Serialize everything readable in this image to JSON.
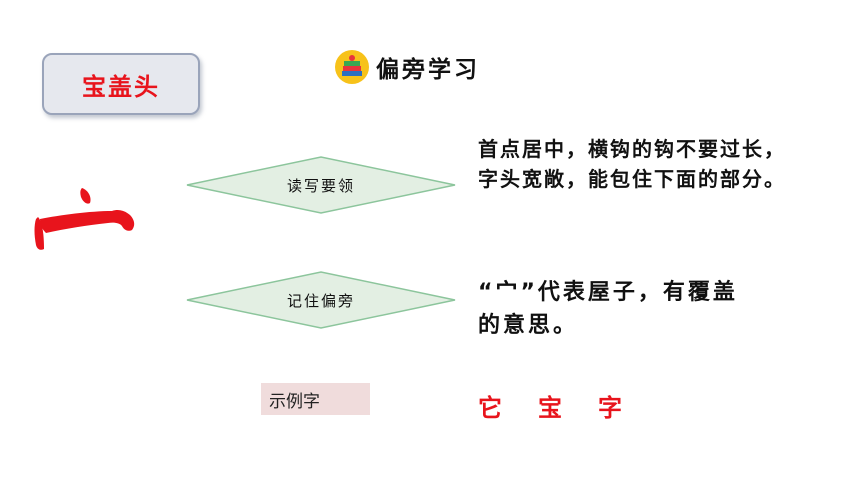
{
  "label": "宝盖头",
  "header": {
    "title": "偏旁学习",
    "icon": "books-icon"
  },
  "radical": {
    "char": "宀",
    "color": "#e8141c"
  },
  "diamonds": [
    {
      "label": "读写要领"
    },
    {
      "label": "记住偏旁"
    }
  ],
  "tips": {
    "line1": "首点居中，横钩的钩不要过长，",
    "line2": "字头宽敞，能包住下面的部分。"
  },
  "meaning": {
    "line1": "“宀”代表屋子，有覆盖",
    "line2": "的意思。"
  },
  "example": {
    "label": "示例字",
    "chars": [
      "它",
      "宝",
      "字"
    ]
  },
  "colors": {
    "accent_red": "#e8141c",
    "diamond_fill": "#e3efe3",
    "diamond_stroke": "#8cc59c"
  }
}
